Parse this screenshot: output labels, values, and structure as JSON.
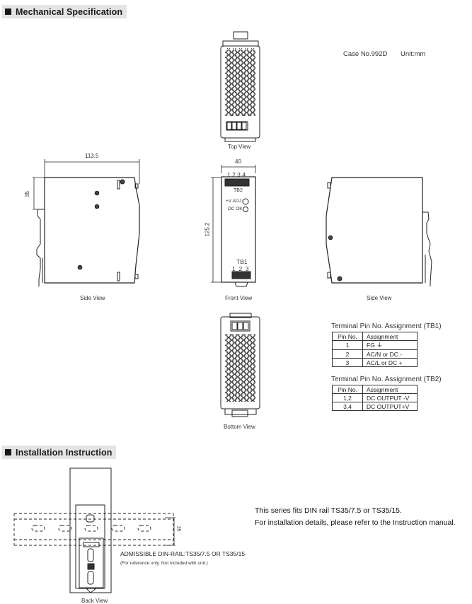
{
  "mechanical": {
    "title": "Mechanical Specification",
    "case_no": "Case No.992D",
    "unit": "Unit:mm",
    "views": {
      "top": "Top View",
      "side_left": "Side View",
      "front": "Front View",
      "side_right": "Side View",
      "bottom": "Bottom View"
    },
    "dimensions": {
      "width_side": "113.5",
      "height_side": "35",
      "width_front": "40",
      "height_front": "125.2"
    },
    "front_labels": {
      "tb2_pins": "1 2 3 4",
      "tb2": "TB2",
      "vadj": "+V ADJ.",
      "dcok": "DC OK",
      "tb1": "TB1",
      "tb1_pins": "1  2  3"
    },
    "tb1_table": {
      "title": "Terminal Pin No.  Assignment (TB1)",
      "headers": [
        "Pin No.",
        "Assignment"
      ],
      "rows": [
        [
          "1",
          "FG ⏚"
        ],
        [
          "2",
          "AC/N or DC -"
        ],
        [
          "3",
          "AC/L or DC +"
        ]
      ]
    },
    "tb2_table": {
      "title": "Terminal Pin No.  Assignment (TB2)",
      "headers": [
        "Pin No.",
        "Assignment"
      ],
      "rows": [
        [
          "1,2",
          "DC OUTPUT -V"
        ],
        [
          "3,4",
          "DC OUTPUT+V"
        ]
      ]
    }
  },
  "installation": {
    "title": "Installation Instruction",
    "rail_dim": "35",
    "admissible": "ADMISSIBLE DIN-RAIL:TS35/7.5 OR TS35/15",
    "reference": "(For reference only. Not included with unit.)",
    "back_view": "Back View",
    "note_line1": "This series fits DIN rail TS35/7.5 or TS35/15.",
    "note_line2": "For installation details, please refer to the Instruction manual."
  }
}
